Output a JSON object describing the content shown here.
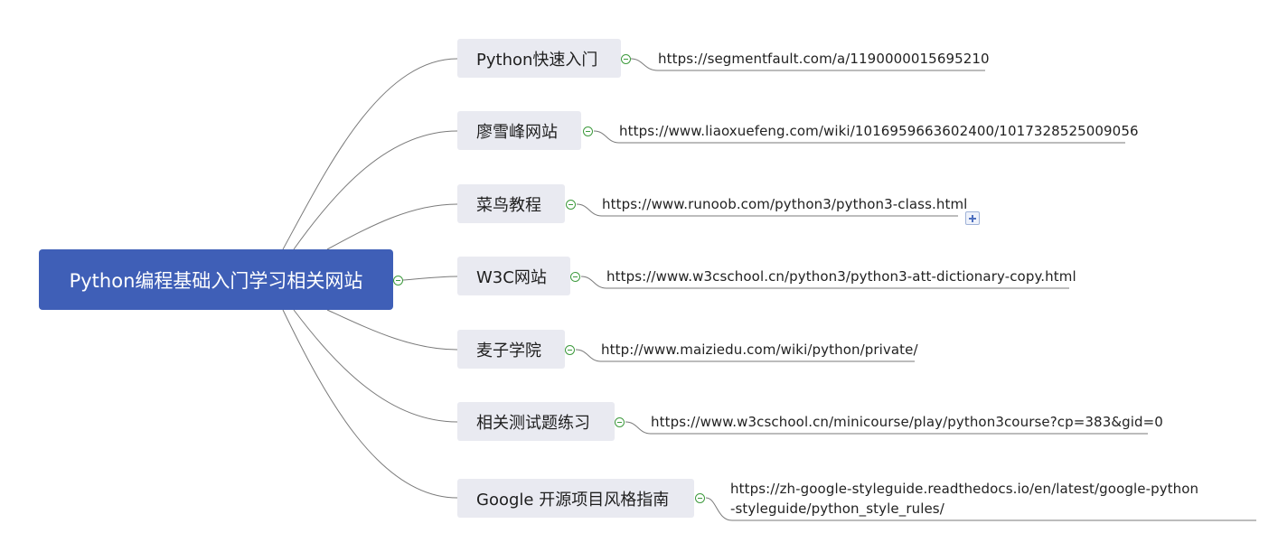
{
  "root": {
    "label": "Python编程基础入门学习相关网站"
  },
  "branches": [
    {
      "label": "Python快速入门",
      "url": "https://segmentfault.com/a/1190000015695210"
    },
    {
      "label": "廖雪峰网站",
      "url": "https://www.liaoxuefeng.com/wiki/1016959663602400/1017328525009056"
    },
    {
      "label": "菜鸟教程",
      "url": "https://www.runoob.com/python3/python3-class.html"
    },
    {
      "label": "W3C网站",
      "url": "https://www.w3cschool.cn/python3/python3-att-dictionary-copy.html"
    },
    {
      "label": "麦子学院",
      "url": "http://www.maiziedu.com/wiki/python/private/"
    },
    {
      "label": "相关测试题练习",
      "url": "https://www.w3cschool.cn/minicourse/play/python3course?cp=383&gid=0"
    },
    {
      "label": "Google 开源项目风格指南",
      "url": "https://zh-google-styleguide.readthedocs.io/en/latest/google-python-styleguide/python_style_rules/"
    }
  ],
  "icons": {
    "collapse": "minus-circle-icon",
    "expand": "plus-square-icon"
  },
  "colors": {
    "root_fill": "#3f5fb7",
    "branch_fill": "#e9eaf1",
    "connector": "#7a7a7a",
    "toggle": "#3d9a3d"
  }
}
